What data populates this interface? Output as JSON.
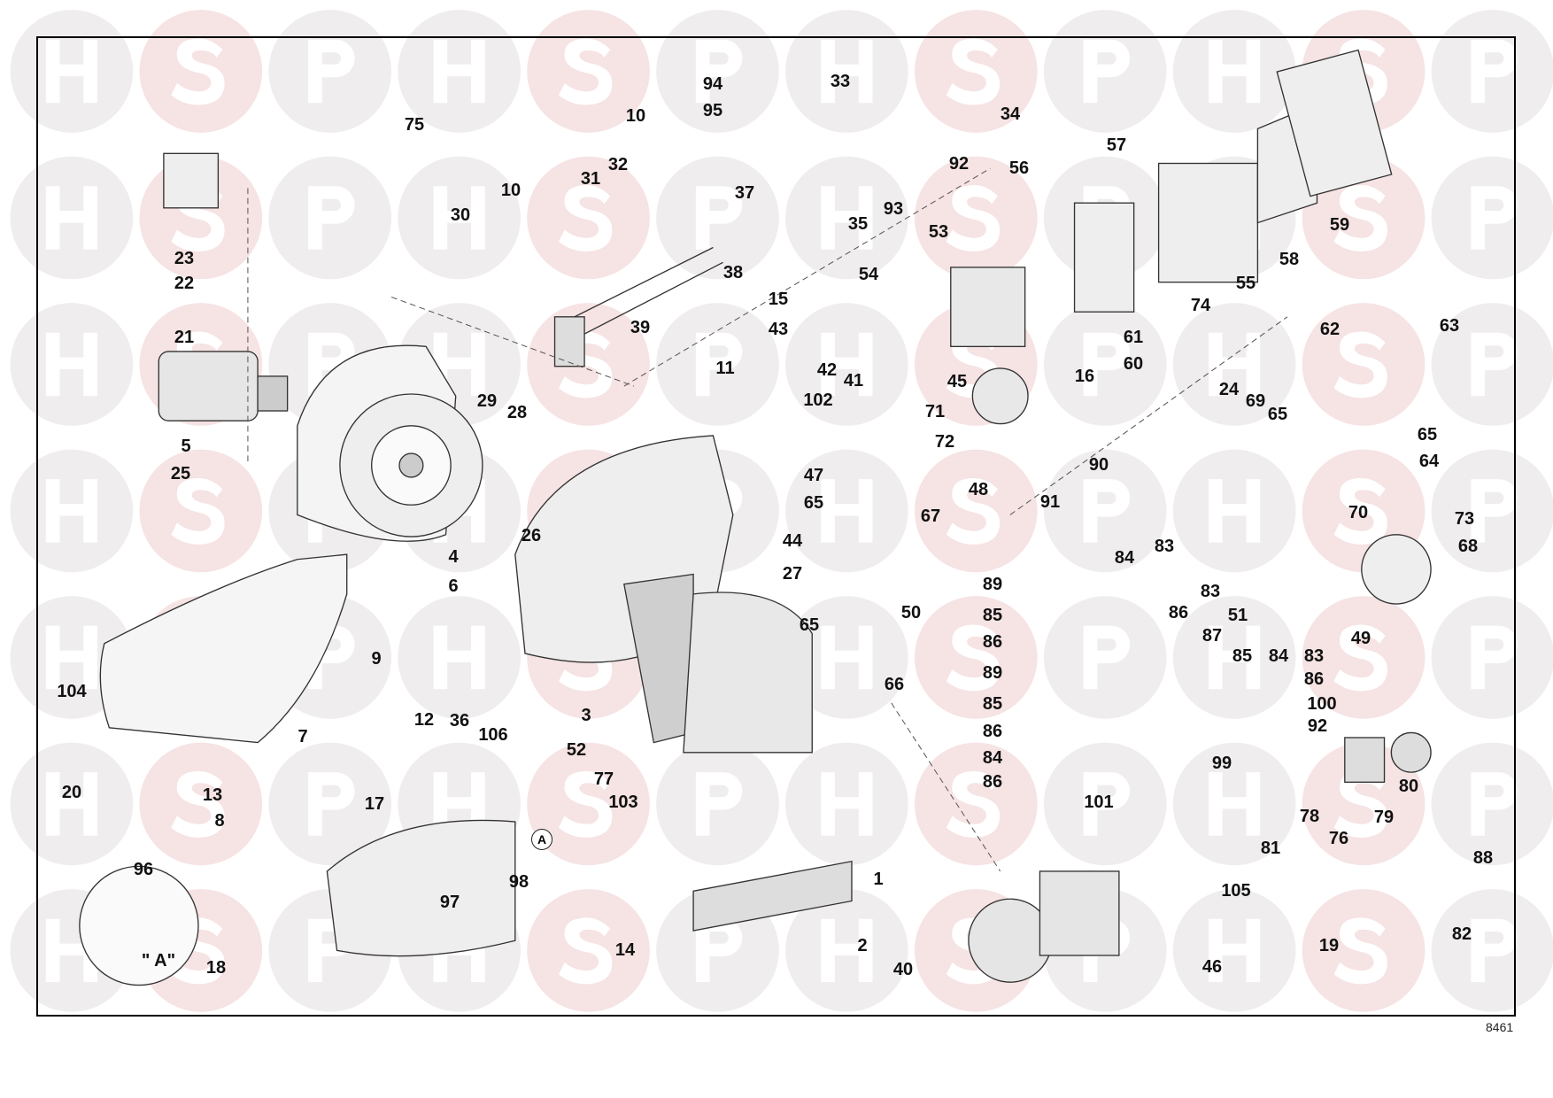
{
  "watermark": [
    "H",
    "S",
    "P"
  ],
  "diagram_ref": "8461",
  "detail_marker": "A",
  "labels": [
    "94",
    "95",
    "33",
    "34",
    "92",
    "93",
    "35",
    "10",
    "10",
    "31",
    "32",
    "37",
    "30",
    "38",
    "39",
    "75",
    "23",
    "22",
    "21",
    "5",
    "25",
    "53",
    "56",
    "57",
    "59",
    "55",
    "58",
    "74",
    "61",
    "60",
    "15",
    "43",
    "54",
    "42",
    "41",
    "16",
    "45",
    "11",
    "102",
    "29",
    "28",
    "71",
    "72",
    "47",
    "48",
    "65",
    "67",
    "26",
    "44",
    "27",
    "4",
    "6",
    "62",
    "63",
    "24",
    "69",
    "65",
    "65",
    "64",
    "90",
    "91",
    "70",
    "73",
    "68",
    "83",
    "84",
    "89",
    "85",
    "86",
    "89",
    "85",
    "86",
    "84",
    "86",
    "83",
    "86",
    "51",
    "49",
    "87",
    "85",
    "84",
    "83",
    "86",
    "100",
    "92",
    "99",
    "80",
    "79",
    "101",
    "78",
    "81",
    "76",
    "88",
    "105",
    "19",
    "82",
    "46",
    "40",
    "50",
    "65",
    "66",
    "3",
    "52",
    "1",
    "2",
    "9",
    "7",
    "104",
    "20",
    "12",
    "36",
    "106",
    "13",
    "8",
    "17",
    "77",
    "103",
    "98",
    "97",
    "14",
    "96",
    "\" A\"",
    "18"
  ]
}
